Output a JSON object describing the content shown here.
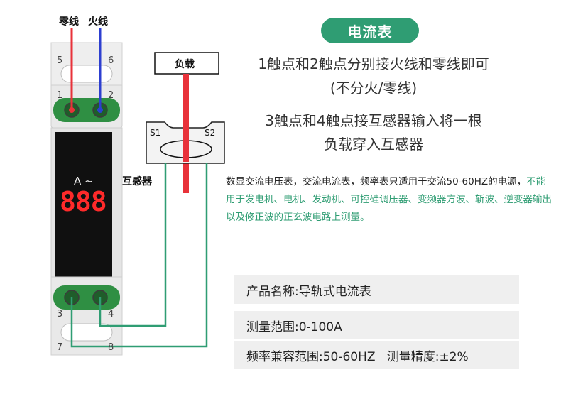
{
  "labels": {
    "neutral": "零线",
    "live": "火线",
    "load": "负载",
    "transformer": "互感器",
    "s1": "S1",
    "s2": "S2"
  },
  "meter": {
    "terminals": [
      "5",
      "6",
      "1",
      "2",
      "3",
      "4",
      "7",
      "8"
    ],
    "unit": "A ~",
    "reading": "888"
  },
  "title": "电流表",
  "instructions": {
    "line1": "1触点和2触点分别接火线和零线即可",
    "line2": "(不分火/零线)",
    "line3": "3触点和4触点接互感器输入将一根",
    "line4": "负载穿入互感器"
  },
  "description": {
    "part1": "数显交流电压表，交流电流表，频率表只适用于交流50-60HZ的电源，",
    "part2": "不能用于发电机、电机、发动机、可控硅调压器、变频器方波、斩波、逆变器输出以及修正波的正玄波电路上测量。"
  },
  "specs": [
    "产品名称:导轨式电流表",
    "测量范围:0-100A",
    "频率兼容范围:50-60HZ   测量精度:±2%"
  ],
  "colors": {
    "accent": "#2f9d73",
    "live_wire": "#e8323a",
    "neutral_wire": "#2d3fd0",
    "signal_wire": "#2f9d73",
    "display_digits": "#ff2a2a"
  }
}
